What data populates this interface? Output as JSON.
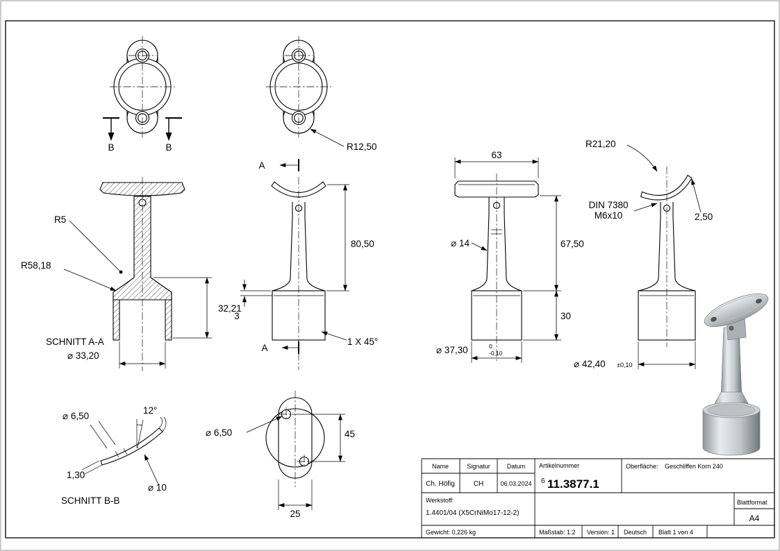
{
  "dims": {
    "b": "B",
    "a": "A",
    "r12_50": "R12,50",
    "r5": "R5",
    "r58_18": "R58,18",
    "d32_21": "32,21",
    "schnitt_aa": "SCHNITT A-A",
    "dia33_20": "⌀ 33,20",
    "d80_50": "80,50",
    "d3": "3",
    "chamfer": "1 X 45°",
    "d63": "63",
    "dia14": "⌀ 14",
    "d67_50": "67,50",
    "d30": "30",
    "dia37_30": "⌀ 37,30",
    "tol37_upper": "0",
    "tol37_lower": "-0,10",
    "r21_20": "R21,20",
    "din7380": "DIN 7380",
    "m6x10": "M6x10",
    "d2_50": "2,50",
    "dia42_40": "⌀ 42,40",
    "tol42": "±0,10",
    "dia6_50": "⌀ 6,50",
    "ang12": "12°",
    "d1_30": "1,30",
    "dia10": "⌀ 10",
    "schnitt_bb": "SCHNITT B-B",
    "d45": "45",
    "d25": "25"
  },
  "title_block": {
    "name_header": "Name",
    "signatur_header": "Signatur",
    "datum_header": "Datum",
    "artikelnummer_header": "Artikelnummer",
    "oberflaeche_label": "Oberfläche:",
    "oberflaeche_value": "Geschliffen Korn 240",
    "name_value": "Ch. Höfig",
    "signatur_value": "CH",
    "datum_value": "06.03.2024",
    "artikelnummer_sup": "6",
    "artikelnummer_value": "11.3877.1",
    "werkstoff_label": "Werkstoff:",
    "werkstoff_value": "1.4401/04 (X5CrNiMo17-12-2)",
    "blattformat_label": "Blattformat",
    "blattformat_value": "A4",
    "gewicht": "Gewicht: 0,226 kg",
    "massstab": "Maßstab: 1:2",
    "version": "Version: 1",
    "sprache": "Deutsch",
    "blatt": "Blatt 1 von 4"
  }
}
